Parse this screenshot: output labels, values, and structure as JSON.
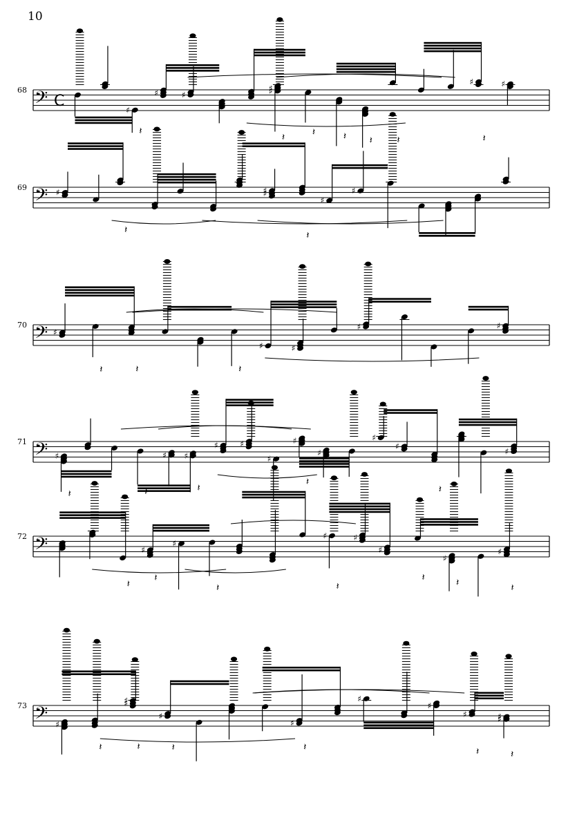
{
  "page": {
    "number": "10"
  },
  "systems": [
    {
      "measure": "68",
      "clef": "bass-clef-icon",
      "time_signature": "common-time-icon"
    },
    {
      "measure": "69",
      "clef": "bass-clef-icon"
    },
    {
      "measure": "70",
      "clef": "bass-clef-icon"
    },
    {
      "measure": "71",
      "clef": "bass-clef-icon"
    },
    {
      "measure": "72",
      "clef": "bass-clef-icon"
    },
    {
      "measure": "73",
      "clef": "bass-clef-icon"
    }
  ]
}
